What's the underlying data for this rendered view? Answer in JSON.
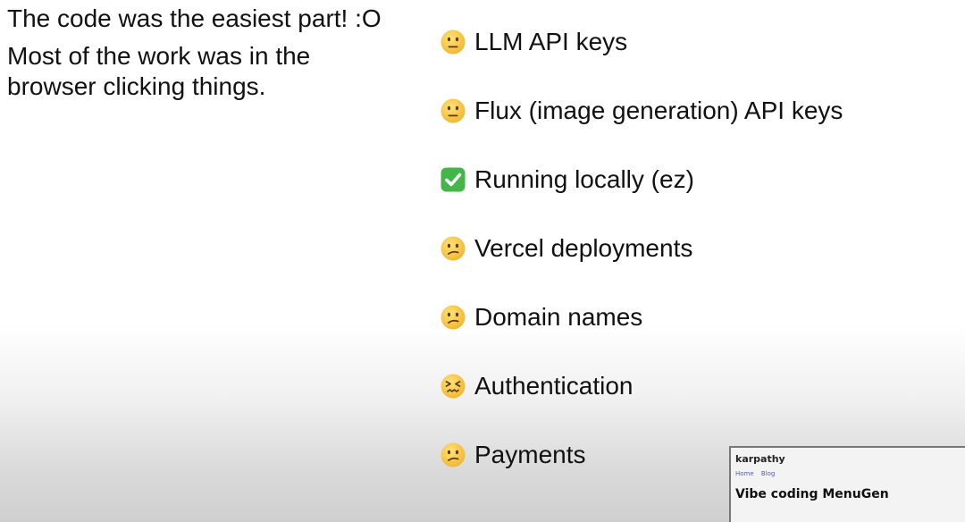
{
  "slide": {
    "left_text": {
      "line1": "The code was the easiest part! :O",
      "line2": "Most of the work was in the browser clicking things."
    },
    "checklist": [
      {
        "emoji": "neutral-face-icon",
        "label": "LLM API keys"
      },
      {
        "emoji": "neutral-face-icon",
        "label": "Flux (image generation) API keys"
      },
      {
        "emoji": "check-mark-button-icon",
        "label": "Running locally (ez)"
      },
      {
        "emoji": "confused-face-icon",
        "label": "Vercel deployments"
      },
      {
        "emoji": "confused-face-icon",
        "label": "Domain names"
      },
      {
        "emoji": "confounded-face-icon",
        "label": "Authentication"
      },
      {
        "emoji": "confused-face-icon",
        "label": "Payments"
      }
    ]
  },
  "video_thumb": {
    "site_name": "karpathy",
    "nav_links": [
      "Home",
      "Blog"
    ],
    "post_title": "Vibe coding MenuGen"
  },
  "colors": {
    "emoji_yellow": "#f7c948",
    "check_green": "#44b549",
    "link_blue": "#4a5dc1"
  }
}
